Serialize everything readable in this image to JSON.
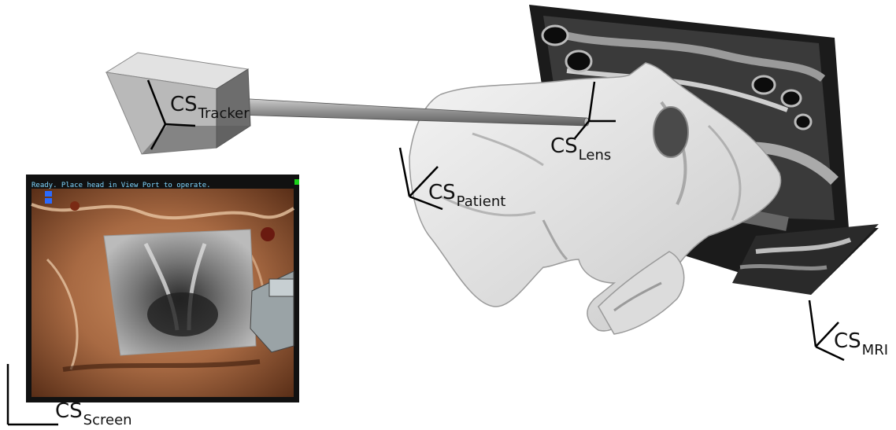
{
  "labels": {
    "tracker": {
      "main": "CS",
      "sub": "Tracker"
    },
    "lens": {
      "main": "CS",
      "sub": "Lens"
    },
    "patient": {
      "main": "CS",
      "sub": "Patient"
    },
    "mri": {
      "main": "CS",
      "sub": "MRI"
    },
    "screen": {
      "main": "CS",
      "sub": "Screen"
    }
  },
  "screen": {
    "status": "Ready. Place head in View Port to operate."
  }
}
